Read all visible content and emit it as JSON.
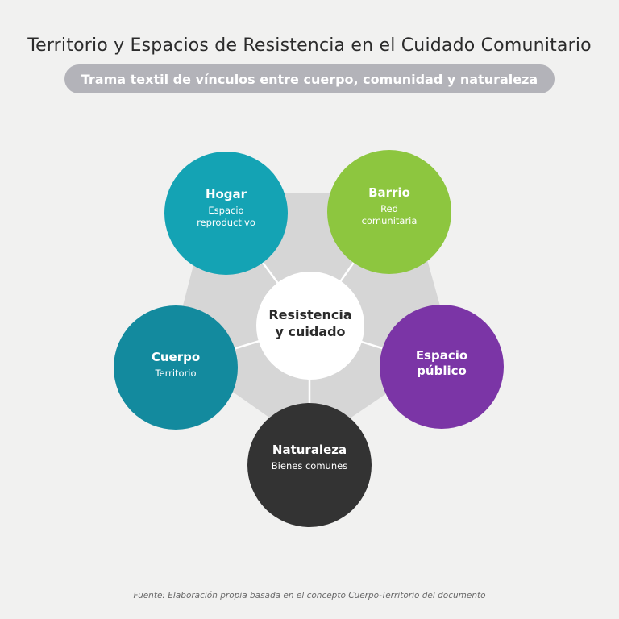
{
  "title": "Territorio y Espacios de Resistencia en el Cuidado Comunitario",
  "subtitle": "Trama textil de vínculos entre cuerpo, comunidad y naturaleza",
  "center": {
    "title": "Resistencia\ny cuidado",
    "color": "#ffffff"
  },
  "nodes": [
    {
      "id": "hogar",
      "title": "Hogar",
      "subtitle": "Espacio\nreproductivo",
      "color": "#14a3b4"
    },
    {
      "id": "barrio",
      "title": "Barrio",
      "subtitle": "Red\ncomunitaria",
      "color": "#8dc63f"
    },
    {
      "id": "espacio-publico",
      "title": "Espacio\npúblico",
      "subtitle": "",
      "color": "#7b35a6"
    },
    {
      "id": "naturaleza",
      "title": "Naturaleza",
      "subtitle": "Bienes comunes",
      "color": "#333333"
    },
    {
      "id": "cuerpo",
      "title": "Cuerpo",
      "subtitle": "Territorio",
      "color": "#138a9e"
    }
  ],
  "pentagon_color": "#d6d6d6",
  "connector_color": "#ffffff",
  "source": "Fuente: Elaboración propia basada en el concepto Cuerpo-Territorio del documento"
}
